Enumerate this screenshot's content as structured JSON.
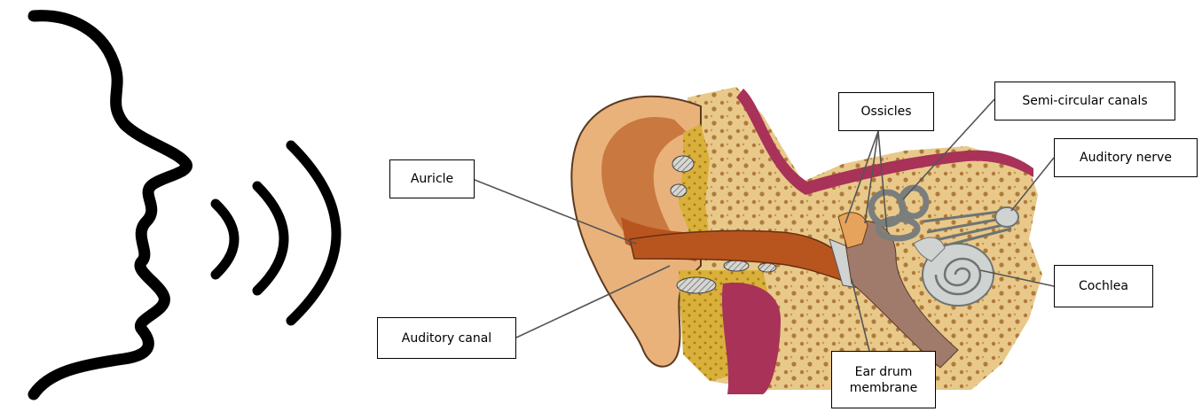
{
  "labels": {
    "auricle": "Auricle",
    "auditory_canal": "Auditory canal",
    "ossicles": "Ossicles",
    "semi_circular_canals": "Semi-circular canals",
    "auditory_nerve": "Auditory nerve",
    "cochlea": "Cochlea",
    "ear_drum_line1": "Ear drum",
    "ear_drum_line2": "membrane"
  },
  "colors": {
    "skin": "#e9b27a",
    "skin_dark": "#c9783f",
    "canal": "#b8551f",
    "bone": "#e8c98a",
    "bone_dot": "#b07a3c",
    "tissue": "#a83258",
    "cartilage": "#c5a028",
    "inner_ear": "#cfd3d2",
    "leader": "#555555"
  }
}
